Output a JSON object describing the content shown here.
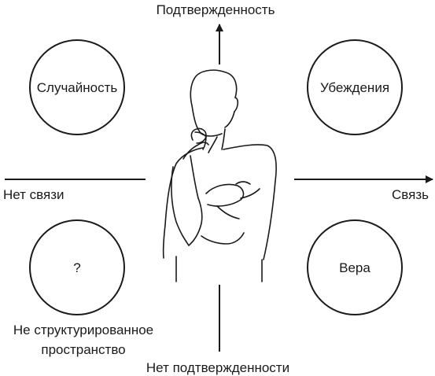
{
  "axes": {
    "top": "Подтвержденность",
    "bottom": "Нет подтвержденности",
    "left": "Нет связи",
    "right": "Связь"
  },
  "quadrants": {
    "top_left": "Случайность",
    "top_right": "Убеждения",
    "bottom_left": "?",
    "bottom_right": "Вера"
  },
  "unstructured": {
    "line1": "Не структурированное",
    "line2": "пространство"
  },
  "figure": {
    "icon": "thinking-man-icon"
  },
  "colors": {
    "ink": "#1a1a1a",
    "background": "#ffffff"
  }
}
